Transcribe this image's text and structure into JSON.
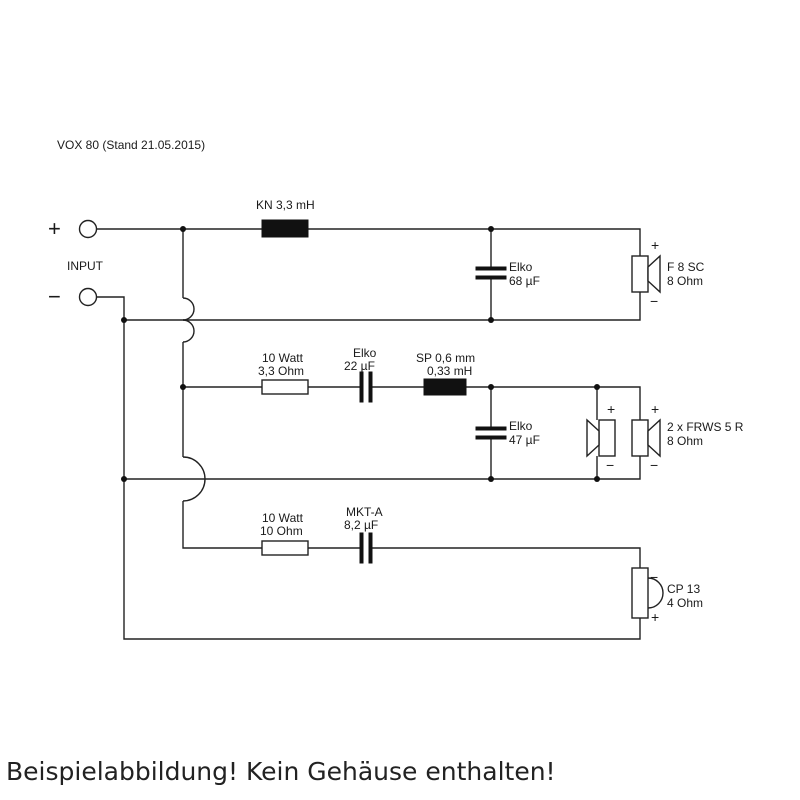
{
  "title": "VOX 80 (Stand 21.05.2015)",
  "input": {
    "label": "INPUT",
    "plus": "+",
    "minus": "−"
  },
  "top_branch": {
    "coil": "KN 3,3 mH",
    "cap_line1": "Elko",
    "cap_line2": "68 µF",
    "speaker_line1": "F 8 SC",
    "speaker_line2": "8 Ohm",
    "plus": "+",
    "minus": "−"
  },
  "middle_branch": {
    "resistor_line1": "10 Watt",
    "resistor_line2": "3,3 Ohm",
    "cap1_line1": "Elko",
    "cap1_line2": "22 µF",
    "coil_line1": "SP 0,6 mm",
    "coil_line2": "0,33 mH",
    "cap2_line1": "Elko",
    "cap2_line2": "47 µF",
    "speaker_line1": "2 x FRWS 5 R",
    "speaker_line2": "8 Ohm",
    "plus": "+",
    "minus": "−"
  },
  "bottom_branch": {
    "resistor_line1": "10 Watt",
    "resistor_line2": "10 Ohm",
    "cap_line1": "MKT-A",
    "cap_line2": "8,2 µF",
    "tweeter_line1": "CP 13",
    "tweeter_line2": "4 Ohm",
    "plus": "+",
    "minus": "−"
  },
  "caption": "Beispielabbildung! Kein Gehäuse enthalten!"
}
